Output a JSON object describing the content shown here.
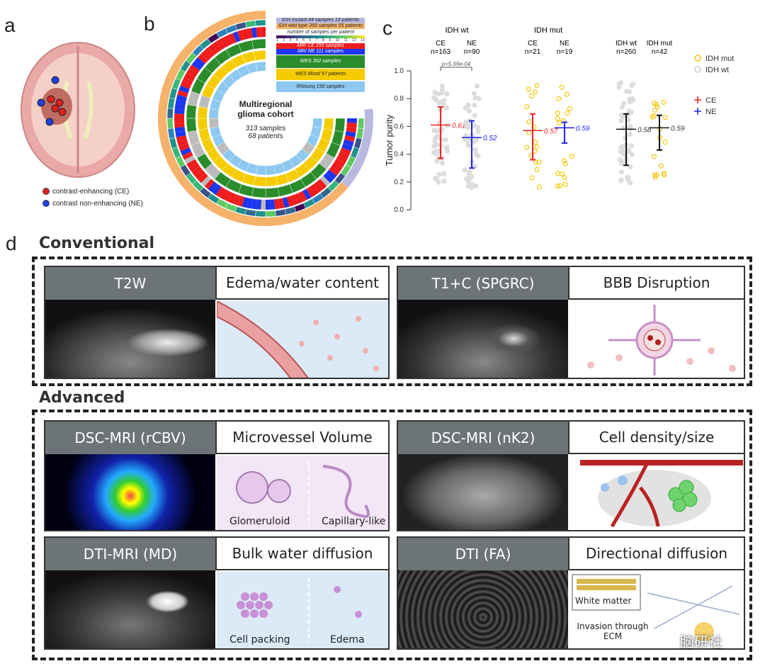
{
  "panels": {
    "a": "a",
    "b": "b",
    "c": "c",
    "d": "d"
  },
  "panel_a": {
    "legend": [
      {
        "label": "contrast-enhancing (CE)",
        "color": "#e0201c"
      },
      {
        "label": "contrast non-enhancing (NE)",
        "color": "#1f3fe0"
      }
    ]
  },
  "panel_b": {
    "center_title": "Multiregional glioma cohort",
    "center_samples": "313 samples",
    "center_patients": "68 patients",
    "legend": [
      {
        "label": "IDH mutant 44 samples 13 patients",
        "color": "#b9b9e0"
      },
      {
        "label": "IDH wild type 269 samples 55 patients",
        "color": "#f5b26b"
      },
      {
        "label": "number of samples per patient",
        "color": "#ffffff"
      },
      {
        "label": "MRI CE 193 samples",
        "color": "#ee1c1c"
      },
      {
        "label": "MRI NE 111 samples",
        "color": "#1c35ee"
      },
      {
        "label": "WES 302 samples",
        "color": "#2a8c2a"
      },
      {
        "label": "WES blood 57 patients",
        "color": "#f5cc00"
      },
      {
        "label": "RNAseq 158 samples",
        "color": "#8cc8ef"
      }
    ],
    "scale_ticks": [
      "1",
      "2",
      "3",
      "4",
      "5",
      "6",
      "7",
      "8",
      "9",
      "10",
      "11",
      "12",
      "13"
    ]
  },
  "chart_data": {
    "type": "scatter",
    "ylabel": "Tumor purity",
    "ylim": [
      0,
      1.0
    ],
    "yticks": [
      "0.0",
      "0.2",
      "0.4",
      "0.6",
      "0.8",
      "1.0"
    ],
    "group_titles": [
      "IDH wt",
      "IDH mut"
    ],
    "pvalue": "p=5.99e-04",
    "groups": [
      {
        "name": "CE",
        "n": "n=163",
        "mean": 0.61,
        "lo": 0.37,
        "hi": 0.74,
        "label": "0.61",
        "color": "#ee2222",
        "pts": "wt"
      },
      {
        "name": "NE",
        "n": "n=90",
        "mean": 0.52,
        "lo": 0.3,
        "hi": 0.64,
        "label": "0.52",
        "color": "#2222ee",
        "pts": "wt"
      },
      {
        "name": "CE",
        "n": "n=21",
        "mean": 0.57,
        "lo": 0.36,
        "hi": 0.69,
        "label": "0.57",
        "color": "#ee2222",
        "pts": "mut"
      },
      {
        "name": "NE",
        "n": "n=19",
        "mean": 0.59,
        "lo": 0.48,
        "hi": 0.63,
        "label": "0.59",
        "color": "#2222ee",
        "pts": "mut"
      },
      {
        "name": "IDH wt",
        "n": "n=260",
        "mean": 0.58,
        "lo": 0.32,
        "hi": 0.69,
        "label": "0.58",
        "color": "#111111",
        "pts": "wt"
      },
      {
        "name": "IDH mut",
        "n": "n=42",
        "mean": 0.59,
        "lo": 0.43,
        "hi": 0.68,
        "label": "0.59",
        "color": "#111111",
        "pts": "mut"
      }
    ],
    "legend": [
      {
        "label": "IDH mut",
        "color": "#f2c811"
      },
      {
        "label": "IDH wt",
        "color": "#cccccc"
      },
      {
        "label": "CE",
        "color": "#ee2222"
      },
      {
        "label": "NE",
        "color": "#2222ee"
      }
    ]
  },
  "panel_d": {
    "conventional": "Conventional",
    "advanced": "Advanced",
    "cards": [
      {
        "mri": "T2W",
        "title": "Edema/water content"
      },
      {
        "mri": "T1+C (SPGRC)",
        "title": "BBB Disruption"
      },
      {
        "mri": "DSC-MRI (rCBV)",
        "title": "Microvessel Volume",
        "captions": [
          "Glomeruloid",
          "Capillary-like"
        ]
      },
      {
        "mri": "DSC-MRI (nK2)",
        "title": "Cell density/size"
      },
      {
        "mri": "DTI-MRI (MD)",
        "title": "Bulk water diffusion",
        "captions": [
          "Cell packing",
          "Edema"
        ]
      },
      {
        "mri": "DTI (FA)",
        "title": "Directional diffusion",
        "captions": [
          "White matter",
          "Invasion through ECM"
        ]
      }
    ]
  },
  "watermark": "脑研社"
}
